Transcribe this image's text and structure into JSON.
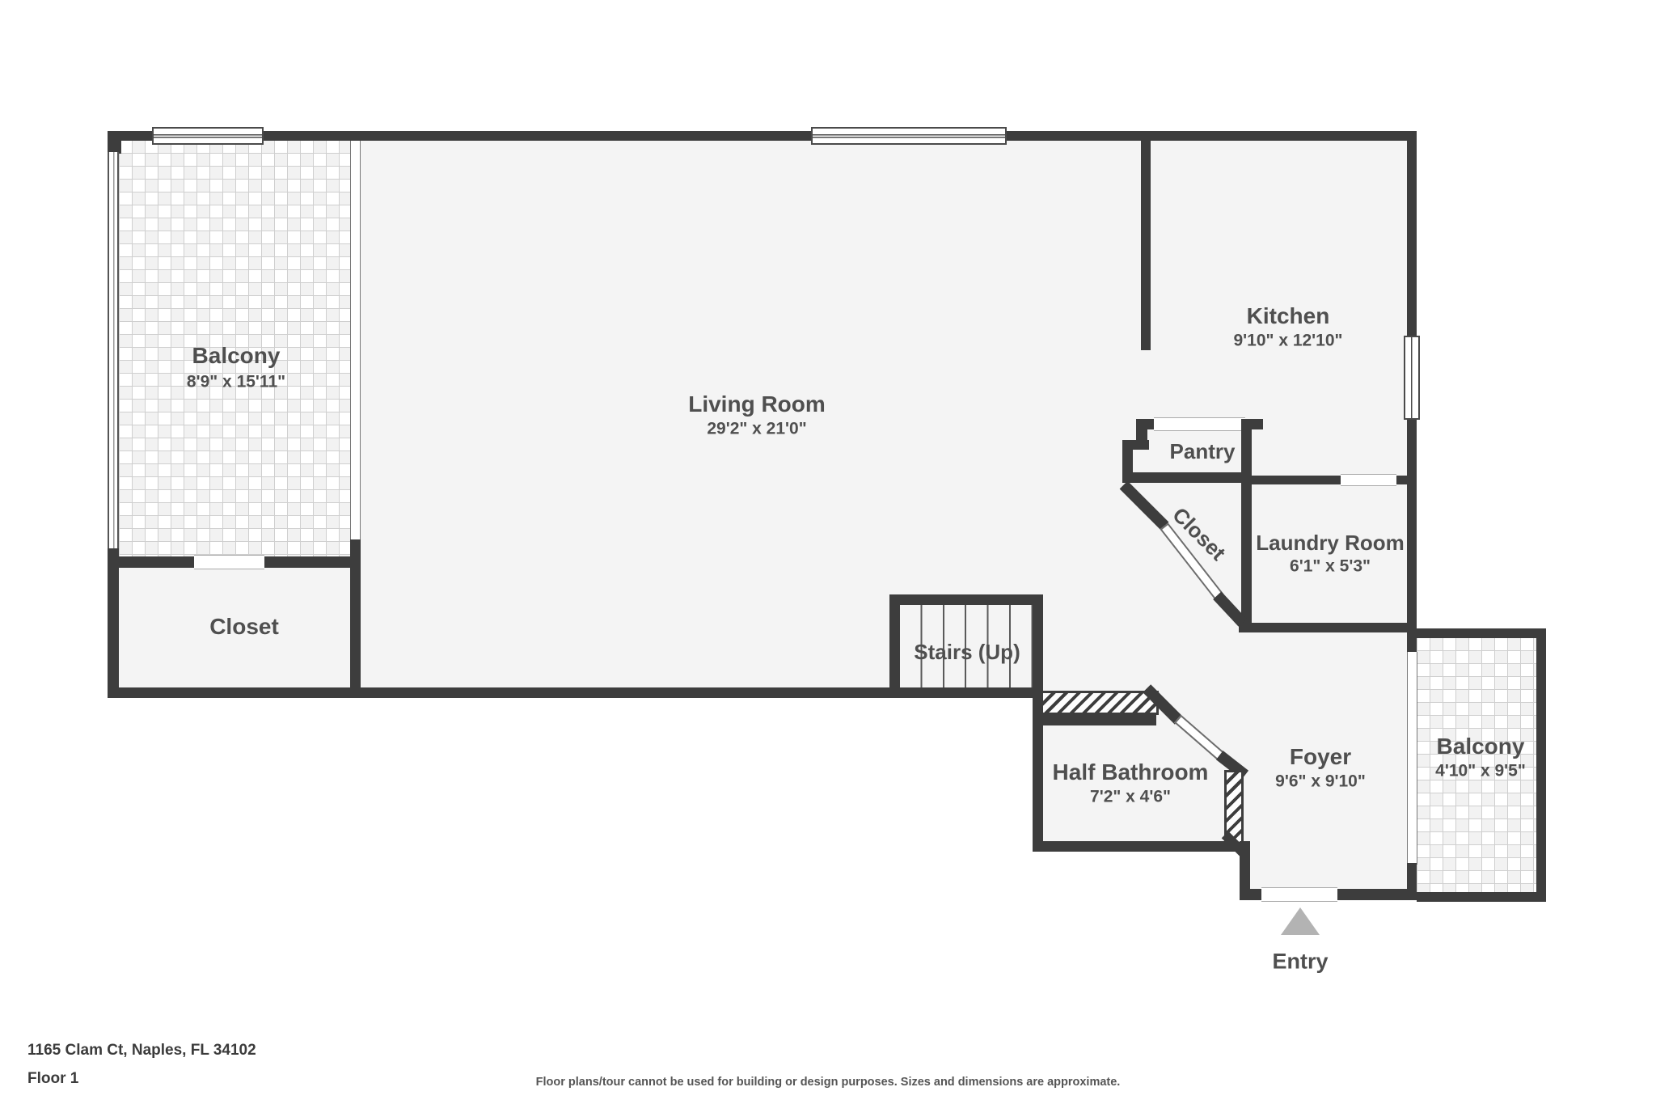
{
  "floor_plan": {
    "address": "1165 Clam Ct, Naples, FL 34102",
    "floor_label": "Floor 1",
    "disclaimer": "Floor plans/tour cannot be used for building or design purposes. Sizes and dimensions are approximate.",
    "entry_label": "Entry",
    "rooms": {
      "balcony_left": {
        "name": "Balcony",
        "dims": "8'9\" x 15'11\""
      },
      "living_room": {
        "name": "Living Room",
        "dims": "29'2\" x 21'0\""
      },
      "kitchen": {
        "name": "Kitchen",
        "dims": "9'10\" x 12'10\""
      },
      "pantry": {
        "name": "Pantry"
      },
      "closet_hall": {
        "name": "Closet"
      },
      "laundry": {
        "name": "Laundry Room",
        "dims": "6'1\" x 5'3\""
      },
      "closet_left": {
        "name": "Closet"
      },
      "stairs": {
        "name": "Stairs (Up)"
      },
      "half_bathroom": {
        "name": "Half Bathroom",
        "dims": "7'2\" x 4'6\""
      },
      "foyer": {
        "name": "Foyer",
        "dims": "9'6\" x 9'10\""
      },
      "balcony_right": {
        "name": "Balcony",
        "dims": "4'10\" x 9'5\""
      }
    },
    "colors": {
      "wall": "#3d3d3d",
      "floor": "#f4f4f4",
      "label_text": "#4f4f4f",
      "entry_arrow": "#b3b3b3"
    }
  }
}
